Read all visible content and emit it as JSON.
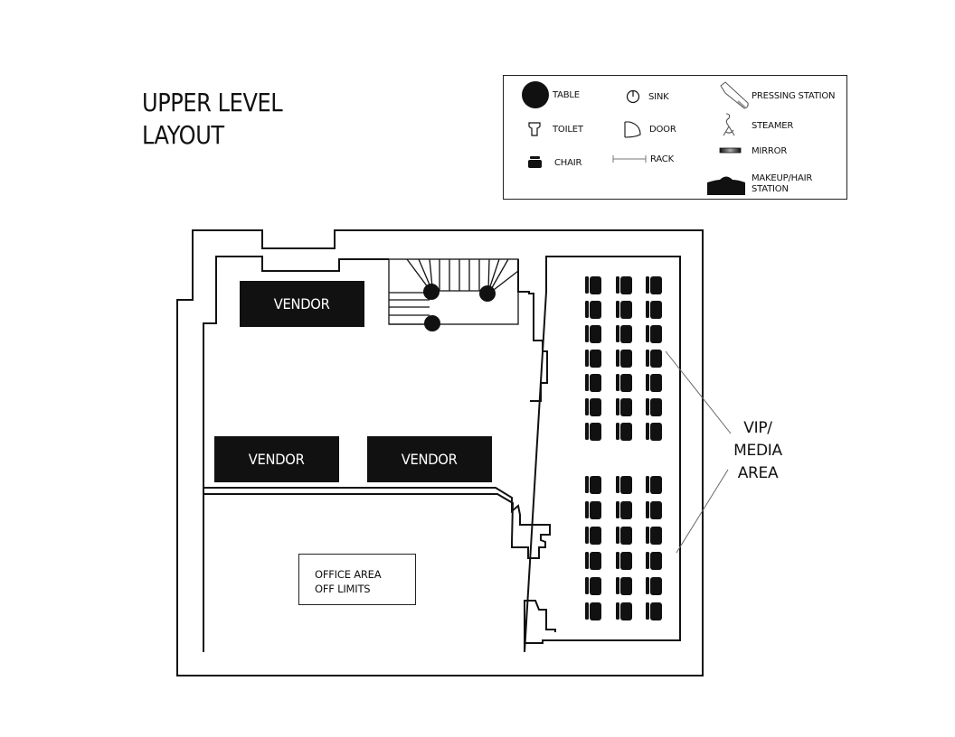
{
  "title": {
    "line1": "UPPER LEVEL",
    "line2": "LAYOUT"
  },
  "legend": {
    "table": "TABLE",
    "sink": "SINK",
    "pressing_station": "PRESSING STATION",
    "toilet": "TOILET",
    "door": "DOOR",
    "steamer": "STEAMER",
    "mirror": "MIRROR",
    "chair": "CHAIR",
    "rack": "RACK",
    "makeup_hair_station": "MAKEUP/HAIR STATION"
  },
  "plan": {
    "vendors": [
      "VENDOR",
      "VENDOR",
      "VENDOR"
    ],
    "office": {
      "line1": "OFFICE AREA",
      "line2": "OFF LIMITS"
    },
    "vip": {
      "line1": "VIP/",
      "line2": "MEDIA",
      "line3": "AREA"
    },
    "chair_rows_upper": 7,
    "chair_rows_lower": 6,
    "chair_columns": 3
  },
  "colors": {
    "ink": "#111111",
    "background": "#ffffff"
  },
  "icons": [
    "table-icon",
    "sink-icon",
    "pressing-station-icon",
    "toilet-icon",
    "door-icon",
    "steamer-icon",
    "mirror-icon",
    "chair-icon",
    "rack-icon",
    "makeup-station-icon"
  ]
}
